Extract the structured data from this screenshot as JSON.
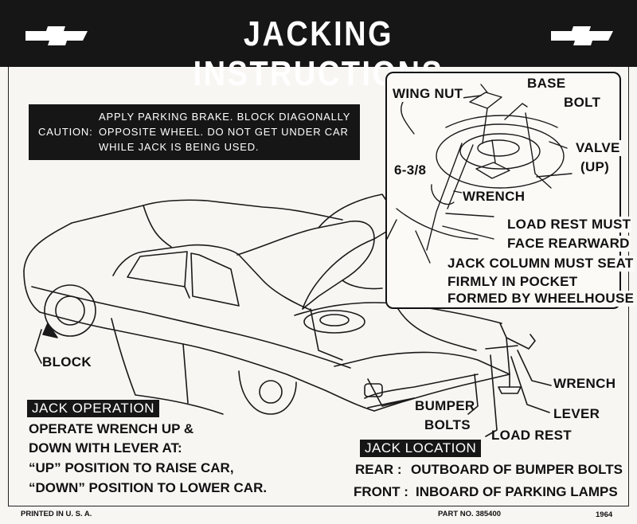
{
  "header": {
    "title": "JACKING INSTRUCTIONS",
    "logo_icon": "bowtie-emblem-icon"
  },
  "caution": {
    "label": "CAUTION:",
    "lines": [
      "APPLY PARKING BRAKE. BLOCK DIAGONALLY",
      "OPPOSITE WHEEL. DO NOT GET UNDER CAR",
      "WHILE JACK IS BEING USED."
    ]
  },
  "inset_labels": {
    "wing_nut": "WING NUT",
    "base": "BASE",
    "bolt": "BOLT",
    "valve_1": "VALVE",
    "valve_2": "(UP)",
    "size": "6-3/8",
    "wrench": "WRENCH",
    "load_rest_1": "LOAD REST MUST",
    "load_rest_2": "FACE REARWARD",
    "column_1": "JACK COLUMN MUST SEAT",
    "column_2": "FIRMLY IN POCKET",
    "column_3": "FORMED BY WHEELHOUSE"
  },
  "car_labels": {
    "block": "BLOCK",
    "wrench": "WRENCH",
    "lever": "LEVER",
    "bumper_1": "BUMPER",
    "bumper_2": "BOLTS",
    "load_rest": "LOAD REST"
  },
  "jack_operation": {
    "heading": "JACK OPERATION",
    "lines": [
      "OPERATE WRENCH UP &",
      "DOWN WITH LEVER AT:",
      "“UP” POSITION TO RAISE CAR,",
      "“DOWN” POSITION TO LOWER CAR."
    ]
  },
  "jack_location": {
    "heading": "JACK LOCATION",
    "rear_label": "REAR :",
    "rear_value": "OUTBOARD OF BUMPER BOLTS",
    "front_label": "FRONT :",
    "front_value": "INBOARD OF PARKING LAMPS"
  },
  "footer": {
    "printed": "PRINTED IN U. S. A.",
    "part_no": "PART NO. 385400",
    "year": "1964"
  },
  "colors": {
    "ink": "#161616",
    "paper": "#f7f6f3"
  }
}
